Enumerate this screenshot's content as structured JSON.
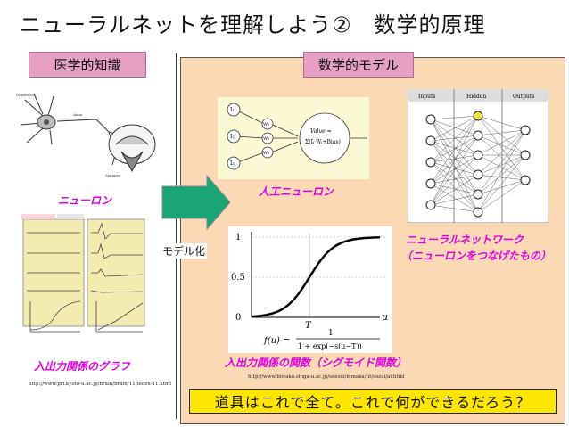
{
  "title": "ニューラルネットを理解しよう②　数学的原理",
  "left_label": "医学的知識",
  "right_label": "数学的モデル",
  "captions": {
    "neuron": "ニューロン",
    "io_graph": "入出力関係のグラフ",
    "artificial_neuron": "人工ニューロン",
    "neural_network_line1": "ニューラルネットワーク",
    "neural_network_line2": "（ニューロンをつなげたもの）",
    "sigmoid": "入出力関係の関数（シグモイド関数）"
  },
  "arrow_label": "モデル化",
  "urls": {
    "left": "http://www.pri.kyoto-u.ac.jp/brain/brain/11/index-11.html",
    "right": "http://www.biwako.shiga-u.ac.jp/sensei/mmaka/ut/sozai/ai.html"
  },
  "bottom_text": "道具はこれで全て。これで何ができるだろう？",
  "neuron_diagram": {
    "labels": [
      "Dendrites",
      "Axon",
      "Synapse"
    ]
  },
  "artificial_neuron_diagram": {
    "inputs": [
      "I₁",
      "I₂",
      "I₃"
    ],
    "weights": [
      "W₁",
      "W₂",
      "W₃"
    ],
    "formula_line1": "Value =",
    "formula_line2": "Σ(Iᵢ·Wᵢ+Bias)"
  },
  "network_diagram": {
    "headers": [
      "Inputs",
      "Hidden",
      "Outputs"
    ]
  },
  "sigmoid_plot": {
    "y_ticks": [
      "1",
      "0.5",
      "0"
    ],
    "x_label": "u",
    "threshold_label": "T",
    "formula_lhs": "f(u) =",
    "formula_num": "1",
    "formula_den": "1 + exp(−s(u−T))"
  },
  "colors": {
    "panel_bg": "#fbd9b5",
    "label_bg": "#e6a0c4",
    "caption": "#e000e0",
    "arrow": "#1ba574",
    "bottom_bg": "#ffe600"
  }
}
